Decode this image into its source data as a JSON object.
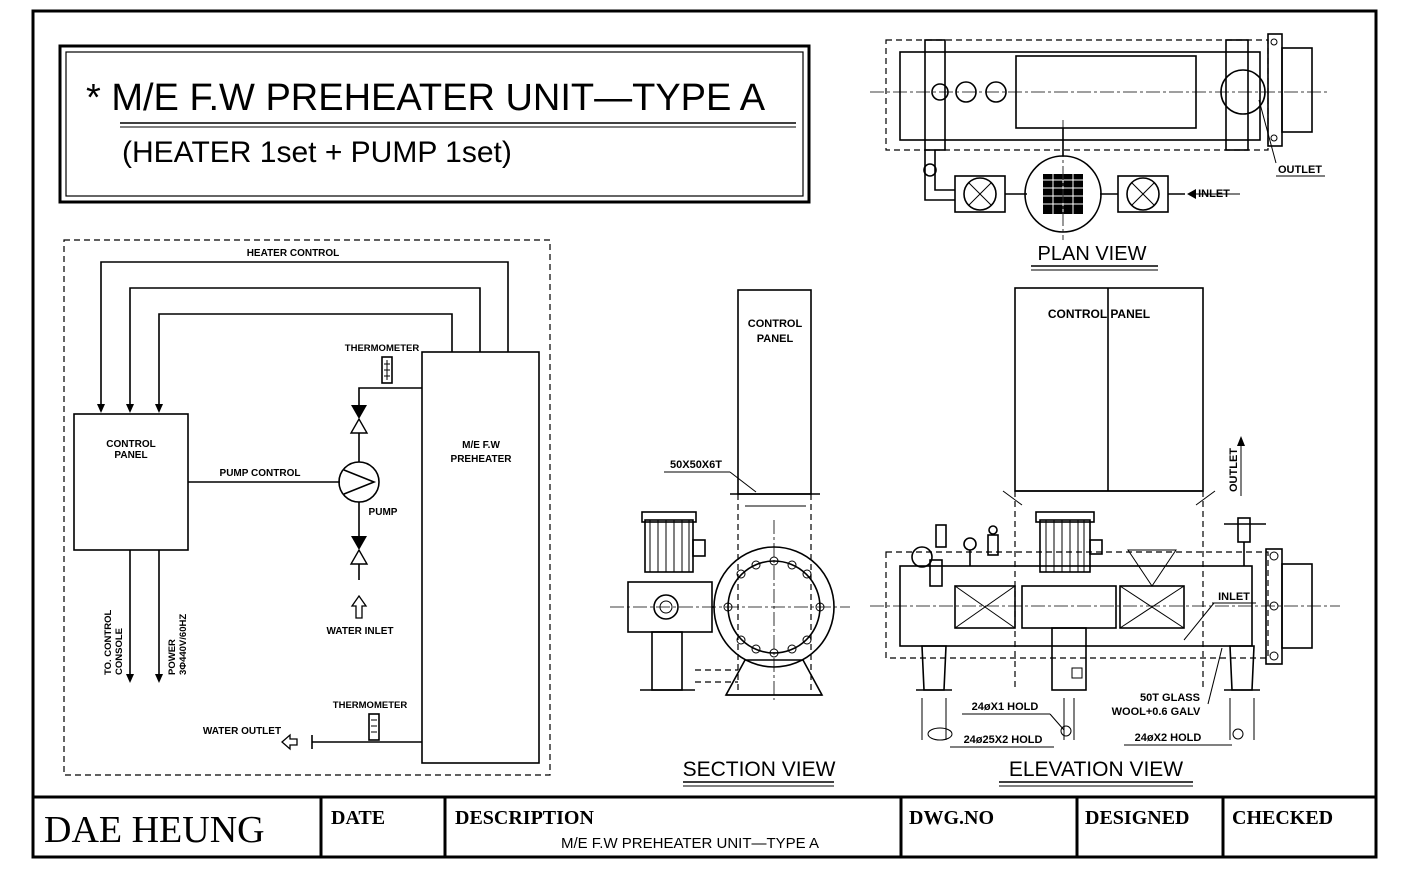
{
  "title_box": {
    "main": "* M/E F.W PREHEATER UNIT—TYPE A",
    "sub": "(HEATER 1set + PUMP 1set)"
  },
  "schematic": {
    "heater_control": "HEATER CONTROL",
    "control_panel_line1": "CONTROL",
    "control_panel_line2": "PANEL",
    "pump_control": "PUMP CONTROL",
    "thermometer_top": "THERMOMETER",
    "thermometer_bottom": "THERMOMETER",
    "heater_line1": "M/E F.W",
    "heater_line2": "PREHEATER",
    "pump": "PUMP",
    "water_inlet": "WATER INLET",
    "water_outlet": "WATER OUTLET",
    "to_console_line1": "TO. CONTROL",
    "to_console_line2": "CONSOLE",
    "power_line1": "POWER",
    "power_line2": "3Φ440V/60HZ"
  },
  "section_view": {
    "control_panel_line1": "CONTROL",
    "control_panel_line2": "PANEL",
    "angle": "50X50X6T",
    "label": "SECTION VIEW"
  },
  "plan_view": {
    "outlet": "OUTLET",
    "inlet": "INLET",
    "label": "PLAN VIEW"
  },
  "elevation_view": {
    "control_panel": "CONTROL PANEL",
    "outlet": "OUTLET",
    "inlet": "INLET",
    "glass_wool_line1": "50T GLASS",
    "glass_wool_line2": "WOOL+0.6 GALV",
    "hold_1": "24øX1 HOLD",
    "hold_2": "24ø25X2 HOLD",
    "hold_3": "24øX2 HOLD",
    "label": "ELEVATION VIEW"
  },
  "title_block": {
    "company": "DAE  HEUNG",
    "date": "DATE",
    "description": "DESCRIPTION",
    "description_value": "M/E F.W PREHEATER UNIT—TYPE A",
    "dwg_no": "DWG.NO",
    "designed": "DESIGNED",
    "checked": "CHECKED"
  }
}
